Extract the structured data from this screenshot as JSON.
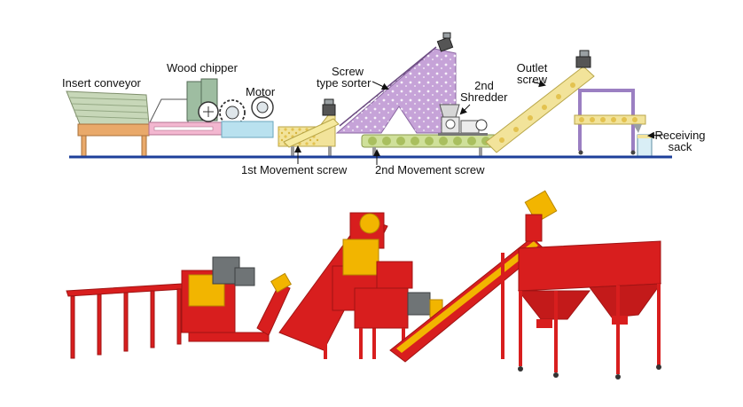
{
  "diagram": {
    "labels": {
      "insert_conveyor": "Insert conveyor",
      "wood_chipper": "Wood chipper",
      "motor": "Motor",
      "screw_type_sorter_line1": "Screw",
      "screw_type_sorter_line2": "type sorter",
      "second_shredder_line1": "2nd",
      "second_shredder_line2": "Shredder",
      "outlet_screw_line1": "Outlet",
      "outlet_screw_line2": "screw",
      "receiving_sack_line1": "Receiving",
      "receiving_sack_line2": "sack",
      "first_movement_screw": "1st Movement screw",
      "second_movement_screw": "2nd Movement screw"
    },
    "colors": {
      "ground_line": "#1d3f9a",
      "conveyor_wood": "#e9a96a",
      "chipper_green": "#9ebda1",
      "chipper_bed": "#f3b7d0",
      "water_blue": "#b9e1ef",
      "screw_yellow": "#f2e39a",
      "sorter_purple": "#c6a3d8",
      "movement_green": "#cfe09a",
      "machine_red": "#d81e1e",
      "machine_yellow": "#f2b500",
      "motor_grey": "#6f7476"
    }
  }
}
